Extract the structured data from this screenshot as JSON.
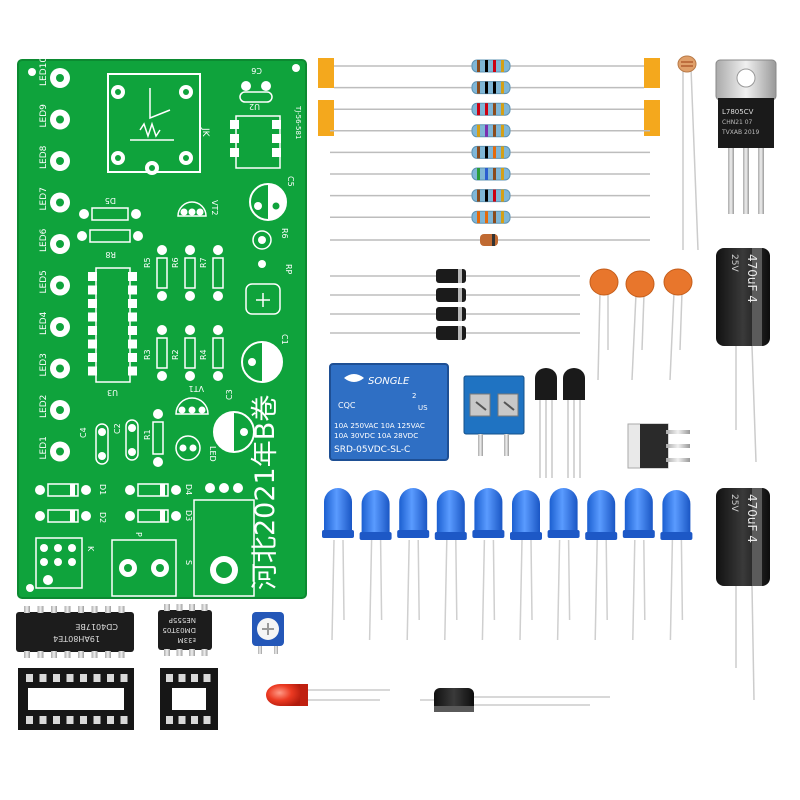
{
  "board": {
    "title": "河北2021年B卷",
    "version": "TJ-56-581",
    "led_labels": [
      "LED10",
      "LED9",
      "LED8",
      "LED7",
      "LED6",
      "LED5",
      "LED4",
      "LED3",
      "LED2",
      "LED1"
    ],
    "silk": {
      "jk": "JK",
      "u2": "U2",
      "c6": "C6",
      "c5": "C5",
      "d5": "D5",
      "r8": "R8",
      "vt2": "VT2",
      "r6rp": "R6",
      "rp": "RP",
      "r5": "R5",
      "r6": "R6",
      "r7": "R7",
      "r3": "R3",
      "r2": "R2",
      "r4": "R4",
      "c1": "C1",
      "u3": "U3",
      "vt1": "VT1",
      "c3": "C3",
      "c4": "C4",
      "c2": "C2",
      "r1": "R1",
      "led": "LED",
      "d1": "D1",
      "d2": "D2",
      "d3": "D3",
      "d4": "D4",
      "k": "K",
      "p": "P",
      "s": "S"
    }
  },
  "relay": {
    "brand": "SONGLE",
    "line1": "10A 250VAC  10A 125VAC",
    "line2": "10A  30VDC  10A  28VDC",
    "model": "SRD-05VDC-SL-C",
    "cert": "CQC",
    "num": "2",
    "ul": "US"
  },
  "regulator": {
    "model": "L7805CV",
    "line2": "CHN21 07",
    "line3": "TVXAB 2019"
  },
  "capacitors": {
    "big_top": "470uF  4",
    "big_top_v": "25V",
    "big_bottom": "470uF  4",
    "big_bottom_v": "25V"
  },
  "ics": {
    "cd4017_line1": "CD4017BE",
    "cd4017_line2": "19AH80TE4",
    "ne555_line1": "NE555P",
    "ne555_line2": "DM03T05",
    "ne555_line3": "ᴇ33M"
  },
  "colors": {
    "pcb": "#0fa33c",
    "resistor_body": "#7fb6d6",
    "ceramic_cap": "#e8762c",
    "terminal_block": "#1f73c2",
    "blue_led": "#2b74e8",
    "red_led": "#e0301e",
    "relay": "#2f6fc4",
    "tape": "#f4a81d"
  }
}
